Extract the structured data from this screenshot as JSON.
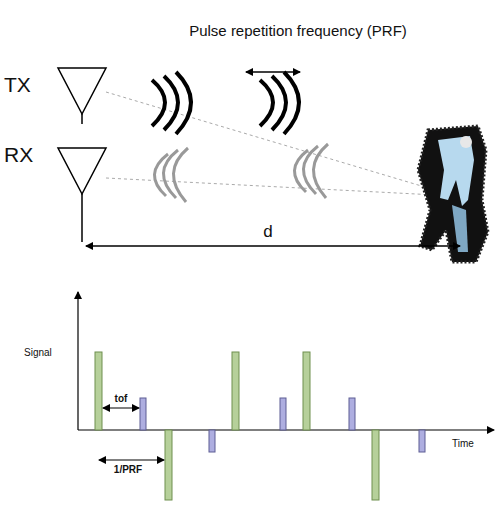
{
  "diagram": {
    "labels": [
      "Pulse repetition frequency (PRF)",
      "TX",
      "RX",
      "d",
      "Signal",
      "Time",
      "tof",
      "1/PRF"
    ]
  }
}
